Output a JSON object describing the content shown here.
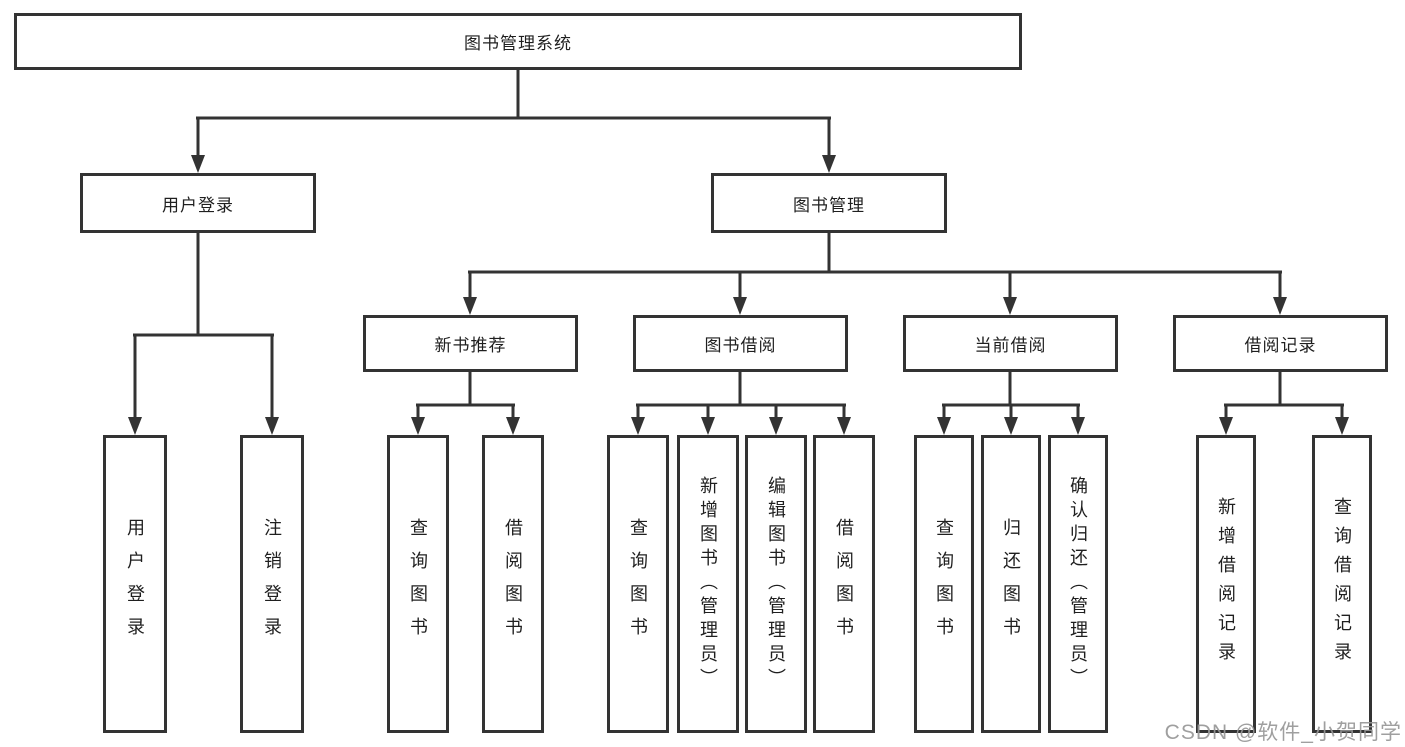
{
  "diagram": {
    "root": {
      "label": "图书管理系统"
    },
    "level2": [
      {
        "label": "用户登录"
      },
      {
        "label": "图书管理"
      }
    ],
    "level3": [
      {
        "label": "新书推荐"
      },
      {
        "label": "图书借阅"
      },
      {
        "label": "当前借阅"
      },
      {
        "label": "借阅记录"
      }
    ],
    "leaves": {
      "user": [
        "用户登录",
        "注销登录"
      ],
      "recommend": [
        "查询图书",
        "借阅图书"
      ],
      "borrow": [
        "查询图书",
        "新增图书（管理员）",
        "编辑图书（管理员）",
        "借阅图书"
      ],
      "current": [
        "查询图书",
        "归还图书",
        "确认归还（管理员）"
      ],
      "records": [
        "新增借阅记录",
        "查询借阅记录"
      ]
    }
  },
  "watermark": {
    "text": "CSDN @软件_小贺同学",
    "color": "#979797"
  },
  "colors": {
    "line": "#333333",
    "box_border": "#333333",
    "text": "#1f1f1f",
    "background": "#ffffff"
  }
}
